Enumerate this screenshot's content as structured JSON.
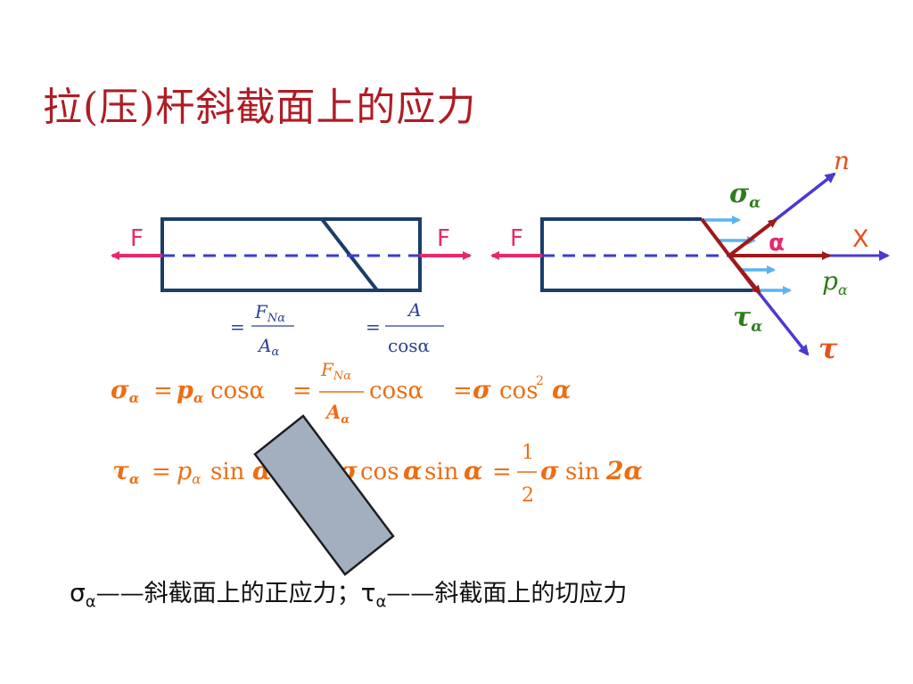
{
  "slide": {
    "title": "拉(压)杆斜截面上的应力",
    "colors": {
      "title": "#b01c24",
      "bar_outline": "#1a3d6b",
      "force_arrow": "#e8286e",
      "axis_dashed": "#3a3ad6",
      "normal_arrow": "#4a3ad0",
      "stress_arrow": "#5ab4f0",
      "section_vector": "#a01818",
      "formula": "#ee6d12",
      "block_fill": "#a2afbe"
    },
    "labels": {
      "force": "F",
      "n": "n",
      "x": "X",
      "alpha": "α",
      "sigma": "σ",
      "p": "p",
      "tau": "τ"
    },
    "fractions": {
      "frac1_eq": "=",
      "frac1_num": "F",
      "frac1_num_sub": "Nα",
      "frac1_den": "A",
      "frac1_den_sub": "α",
      "frac2_eq": "=",
      "frac2_num": "A",
      "frac2_den": "cosα"
    },
    "formula1": {
      "lhs": "σ",
      "lhs_sub": "α",
      "eq1": "=",
      "p": "p",
      "p_sub": "α",
      "cos1": "cosα",
      "eq2": "=",
      "num": "F",
      "num_sub": "Nα",
      "den": "A",
      "den_sub": "α",
      "cos2": "cosα",
      "eq3": "=",
      "sigma": "σ",
      "cos_sq": "cos",
      "sq": "2",
      "alpha": "α"
    },
    "formula2": {
      "lhs": "τ",
      "lhs_sub": "α",
      "eq1": "=",
      "p": "p",
      "p_sub": "α",
      "sin1": "sin",
      "alpha1": "α",
      "sigma": "σ",
      "cos": "cos",
      "alpha2": "α",
      "sin2": "sin",
      "alpha3": "α",
      "eq2": "=",
      "half_num": "1",
      "half_den": "2",
      "sigma2": "σ",
      "sin3": "sin",
      "two_alpha": "2α"
    },
    "caption": {
      "sigma": "σ",
      "sigma_sub": "α",
      "sigma_text": "——斜截面上的正应力；",
      "tau": "τ",
      "tau_sub": "α",
      "tau_text": "——斜截面上的切应力"
    }
  }
}
